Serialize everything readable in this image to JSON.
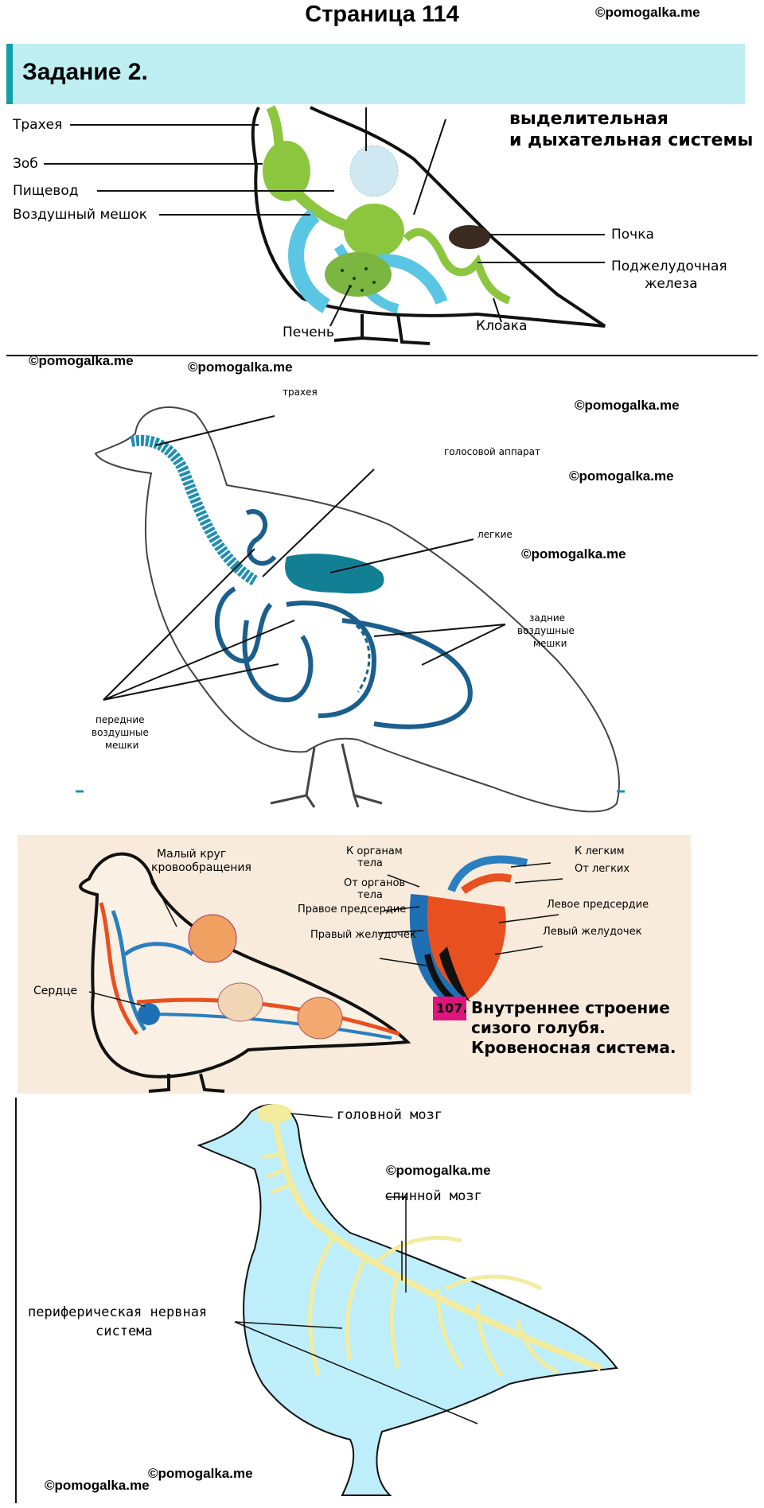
{
  "header": {
    "page_title": "Страница 114",
    "watermark": "©pomogalka.me"
  },
  "task": {
    "title": "Задание 2."
  },
  "watermarks": [
    "©pomogalka.me",
    "©pomogalka.me",
    "©pomogalka.me",
    "©pomogalka.me",
    "©pomogalka.me",
    "©pomogalka.me",
    "©pomogalka.me",
    "©pomogalka.me"
  ],
  "diagram1": {
    "title_line1": "выделительная",
    "title_line2": "и дыхательная системы",
    "labels": {
      "trachea": "Трахея",
      "crop": "Зоб",
      "esophagus": "Пищевод",
      "air_sac": "Воздушный мешок",
      "liver": "Печень",
      "cloaca": "Клоака",
      "kidney": "Почка",
      "pancreas_1": "Поджелудочная",
      "pancreas_2": "железа"
    }
  },
  "diagram2": {
    "labels": {
      "trachea": "трахея",
      "voice_box": "голосовой аппарат",
      "lungs": "легкие",
      "rear_sacs_1": "задние",
      "rear_sacs_2": "воздушные",
      "rear_sacs_3": "мешки",
      "front_sacs_1": "передние",
      "front_sacs_2": "воздушные",
      "front_sacs_3": "мешки"
    }
  },
  "diagram3": {
    "labels": {
      "pulmonary_circle_1": "Малый круг",
      "pulmonary_circle_2": "кровообращения",
      "heart": "Сердце",
      "to_body_1": "К органам",
      "to_body_2": "тела",
      "from_body_1": "От органов",
      "from_body_2": "тела",
      "right_atrium": "Правое предсердие",
      "right_ventricle": "Правый желудочек",
      "to_lungs": "К легким",
      "from_lungs": "От легких",
      "left_atrium": "Левое предсердие",
      "left_ventricle": "Левый желудочек"
    },
    "figure_number": "107.",
    "caption_1": "Внутреннее строение",
    "caption_2": "сизого голубя.",
    "caption_3": "Кровеносная система."
  },
  "diagram4": {
    "labels": {
      "brain": "головной мозг",
      "spinal_cord": "спинной мозг",
      "peripheral_1": "периферическая нервная",
      "peripheral_2": "система"
    }
  },
  "colors": {
    "task_bar": "#bfeef1",
    "task_accent": "#12a0a6",
    "resp_blue": "#1f8fb0",
    "body_fill": "#bdeefa",
    "nerve": "#f3ec9e"
  }
}
